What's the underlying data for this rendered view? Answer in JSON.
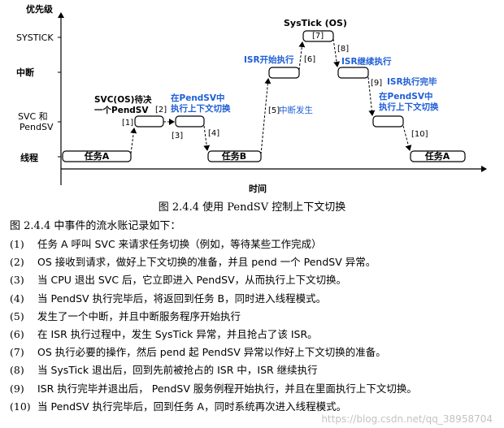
{
  "diagram": {
    "y_axis_label": "优先级",
    "x_axis_label": "时间",
    "levels": {
      "systick": "SYSTICK",
      "interrupt": "中断",
      "svc_pendsv_line1": "SVC 和",
      "svc_pendsv_line2": "PendSV",
      "thread": "线程"
    },
    "blocks": {
      "task_a_start": "任务A",
      "task_b": "任务B",
      "task_a_end": "任务A"
    },
    "annotations": {
      "systick_os": "SysTick (OS)",
      "svc_wait_line1": "SVC(OS)待决",
      "svc_wait_line2": "一个PendSV",
      "pendsv_switch_a_line1": "在PendSV中",
      "pendsv_switch_a_line2": "执行上下文切换",
      "isr_start": "ISR开始执行",
      "isr_continue": "ISR继续执行",
      "isr_done": "ISR执行完毕",
      "irq_occurs": "中断发生",
      "pendsv_switch_b_line1": "在PendSV中",
      "pendsv_switch_b_line2": "执行上下文切换"
    },
    "step_tags": [
      "[1]",
      "[2]",
      "[3]",
      "[4]",
      "[5]",
      "[6]",
      "[7]",
      "[8]",
      "[9]",
      "[10]"
    ]
  },
  "caption": "图 2.4.4  使用 PendSV 控制上下文切换",
  "intro": "图 2.4.4 中事件的流水账记录如下：",
  "steps": [
    {
      "num": "(1)",
      "text": "任务 A 呼叫 SVC 来请求任务切换（例如，等待某些工作完成）"
    },
    {
      "num": "(2)",
      "text": "OS 接收到请求，做好上下文切换的准备，并且 pend 一个 PendSV 异常。"
    },
    {
      "num": "(3)",
      "text": "当 CPU 退出 SVC 后，它立即进入 PendSV，从而执行上下文切换。"
    },
    {
      "num": "(4)",
      "text": "当 PendSV 执行完毕后，将返回到任务 B，同时进入线程模式。"
    },
    {
      "num": "(5)",
      "text": "发生了一个中断，并且中断服务程序开始执行"
    },
    {
      "num": "(6)",
      "text": "在 ISR 执行过程中，发生  SysTick 异常，并且抢占了该  ISR。"
    },
    {
      "num": "(7)",
      "text": "OS  执行必要的操作，然后 pend 起 PendSV 异常以作好上下文切换的准备。"
    },
    {
      "num": "(8)",
      "text": "当 SysTick 退出后，回到先前被抢占的 ISR 中，ISR 继续执行"
    },
    {
      "num": "(9)",
      "text": "ISR  执行完毕并退出后，  PendSV 服务例程开始执行，并且在里面执行上下文切换。"
    },
    {
      "num": "(10)",
      "text": "当 PendSV 执行完毕后，回到任务 A，同时系统再次进入线程模式。"
    }
  ],
  "watermark": "https://blog.csdn.net/qq_38958704",
  "colors": {
    "annotation_blue": "#1f5fd6",
    "line": "#000000"
  }
}
